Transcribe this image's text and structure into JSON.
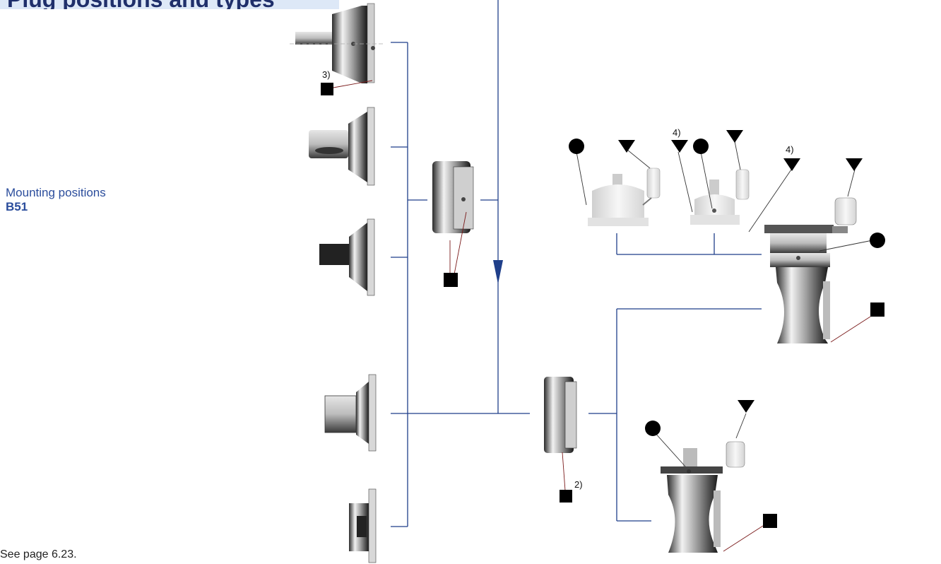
{
  "title": "Plug positions and types",
  "mounting": {
    "label": "Mounting positions",
    "code": "B51"
  },
  "footnote": "See page 6.23.",
  "notes": {
    "n2": "2)",
    "n3": "3)",
    "n4a": "4)",
    "n4b": "4)"
  },
  "colors": {
    "line": "#1f3f8a",
    "leader": "#7a1a1a",
    "marker": "#000000",
    "title_bg": "#dde8f7"
  }
}
